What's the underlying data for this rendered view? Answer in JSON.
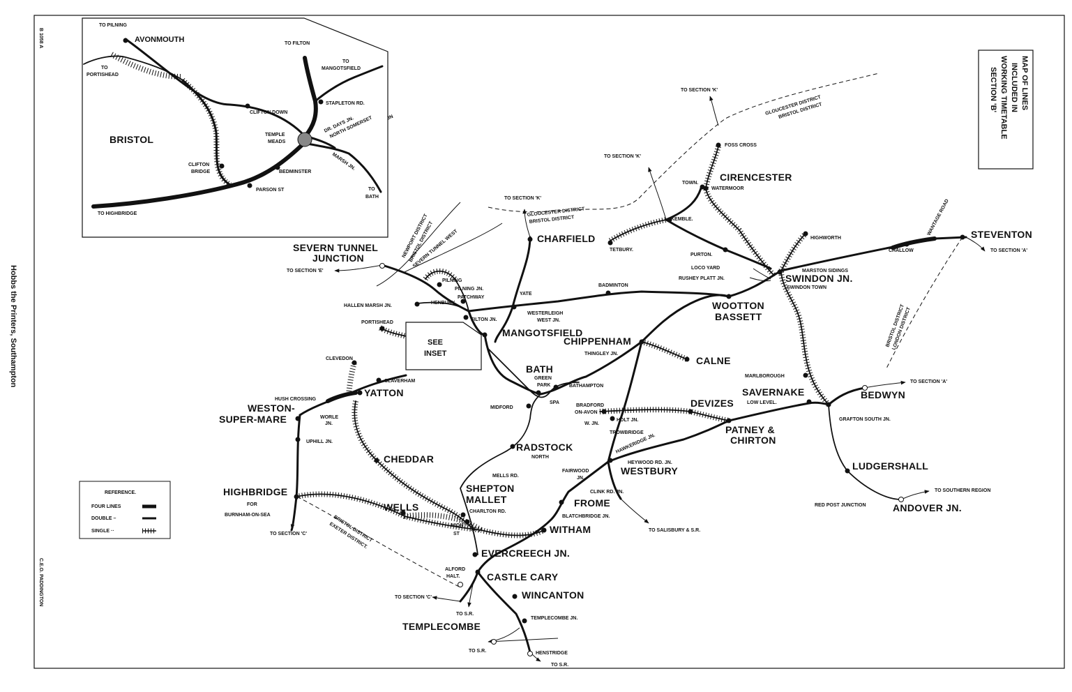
{
  "map": {
    "title_lines": [
      "MAP OF LINES",
      "INCLUDED IN",
      "WORKING TIMETABLE",
      "SECTION 'B'"
    ],
    "printer": "Hobbs the Printers, Southampton",
    "engineer": "C.E.O. PADDINGTON",
    "ref_code": "B 1058 A",
    "see_inset": [
      "SEE",
      "INSET"
    ],
    "reference": {
      "heading": "REFERENCE.",
      "four": "FOUR LINES",
      "double": "DOUBLE –",
      "single": "SINGLE ··"
    }
  },
  "inset": {
    "title": "BRISTOL",
    "labels": {
      "to_pilning": "TO PILNING",
      "avonmouth": "AVONMOUTH",
      "to_portishead": [
        "TO",
        "PORTISHEAD"
      ],
      "to_filton": "TO FILTON",
      "to_mangotsfield": [
        "TO",
        "MANGOTSFIELD"
      ],
      "clifton_down": "CLIFTON DOWN",
      "stapleton_rd": "STAPLETON RD.",
      "dr_days_jn": "DR. DAYS JN.",
      "north_somerset_jn": [
        "NORTH SOMERSET",
        "JN"
      ],
      "temple_meads": [
        "TEMPLE",
        "MEADS"
      ],
      "marsh_jn": "MARSH JN.",
      "clifton_bridge": [
        "CLIFTON",
        "BRIDGE"
      ],
      "bedminster": "BEDMINSTER",
      "parson_st": "PARSON ST",
      "to_bath": [
        "TO",
        "BATH"
      ],
      "to_highbridge": "TO HIGHBRIDGE"
    }
  },
  "places": {
    "severn_tunnel_junction": [
      "SEVERN TUNNEL",
      "JUNCTION"
    ],
    "to_section_e": "TO SECTION 'E'",
    "newport_bristol": [
      "NEWPORT DISTRICT",
      "BRISTOL DISTRICT"
    ],
    "severn_tunnel_west": "SEVERN TUNNEL WEST",
    "pilning": "PILNING",
    "pilning_jn": "PILNING JN.",
    "patchway": "PATCHWAY",
    "hallen_marsh_jn": "HALLEN MARSH JN.",
    "henbury": "HENBURY",
    "filton_jn": "FILTON JN.",
    "portishead": "PORTISHEAD",
    "clevedon": "CLEVEDON",
    "claverham": "CLAVERHAM",
    "hush_crossing": "HUSH CROSSING",
    "yatton": "YATTON",
    "weston": [
      "WESTON-",
      "SUPER-MARE"
    ],
    "worle_jn": [
      "WORLE",
      "JN."
    ],
    "uphill_jn": "UPHILL JN.",
    "cheddar": "CHEDDAR",
    "highbridge": [
      "HIGHBRIDGE",
      "FOR",
      "BURNHAM-ON-SEA"
    ],
    "to_section_c": "TO SECTION 'C'",
    "bristol_exeter": [
      "BRISTOL DISTRICT",
      "EXETER DISTRICT."
    ],
    "wells": "WELLS",
    "shepton_mallet": [
      "SHEPTON",
      "MALLET"
    ],
    "charlton_rd": "CHARLTON RD.",
    "high_st": [
      "HIGH",
      "ST"
    ],
    "mells_rd": "MELLS RD.",
    "radstock": "RADSTOCK",
    "radstock_north": "NORTH",
    "evercreech_jn": "EVERCREECH JN.",
    "alford_halt": [
      "ALFORD",
      "HALT."
    ],
    "castle_cary": "CASTLE CARY",
    "to_section_c2": "TO SECTION 'C'",
    "to_sr_1": "TO S.R.",
    "wincanton": "WINCANTON",
    "templecombe_jn": "TEMPLECOMBE JN.",
    "templecombe": "TEMPLECOMBE",
    "to_sr_2": "TO S.R.",
    "henstridge": "HENSTRIDGE",
    "to_sr_3": "TO S.R.",
    "witham": "WITHAM",
    "blatchbridge_jn": "BLATCHBRIDGE JN.",
    "frome": "FROME",
    "clink_rd_jn": "CLINK RD. JN.",
    "to_salisbury": "TO SALISBURY & S.R.",
    "fairwood_jn": [
      "FAIRWOOD",
      "JN."
    ],
    "westbury": "WESTBURY",
    "heywood_rd_jn": "HEYWOOD RD. JN.",
    "hawkeridge_jn": "HAWKERIDGE JN.",
    "trowbridge": "TROWBRIDGE",
    "holt_jn": "HOLT JN.",
    "bradford": [
      "BRADFORD",
      "ON-AVON"
    ],
    "w_jn": "W. JN.",
    "devizes": "DEVIZES",
    "patney": [
      "PATNEY &",
      "CHIRTON"
    ],
    "midford": "MIDFORD",
    "bath": "BATH",
    "green_park": [
      "GREEN",
      "PARK"
    ],
    "spa": "SPA",
    "bathampton": "BATHAMPTON",
    "mangotsfield": "MANGOTSFIELD",
    "westerleigh": [
      "WESTERLEIGH",
      "WEST JN."
    ],
    "yate": "YATE",
    "charfield": "CHARFIELD",
    "to_section_k1": "TO SECTION 'K'",
    "glos_bristol_1": [
      "GLOUCESTER DISTRICT",
      "BRISTOL DISTRICT"
    ],
    "badminton": "BADMINTON",
    "chippenham": "CHIPPENHAM",
    "thingley_jn": "THINGLEY JN.",
    "calne": "CALNE",
    "wootton_bassett": [
      "WOOTTON",
      "BASSETT"
    ],
    "rushey_platt": "RUSHEY PLATT JN.",
    "loco_yard": "LOCO YARD",
    "purton": "PURTON.",
    "swindon_jn": "SWINDON JN.",
    "swindon_town": "SWINDON TOWN",
    "marston_sidings": "MARSTON SIDINGS",
    "highworth": "HIGHWORTH",
    "challow": "CHALLOW",
    "wantage_road": "WANTAGE ROAD",
    "steventon": "STEVENTON",
    "to_section_a1": "TO SECTION 'A'",
    "bristol_london": [
      "BRISTOL DISTRICT",
      "LONDON DISTRICT"
    ],
    "tetbury": "TETBURY.",
    "kemble": "KEMBLE.",
    "town": "TOWN.",
    "cirencester": "CIRENCESTER",
    "watermoor": "WATERMOOR",
    "to_section_k2": "TO SECTION 'K'",
    "to_section_k3": "TO SECTION 'K'",
    "foss_cross": "FOSS CROSS",
    "glos_bristol_2": [
      "GLOUCESTER DISTRICT",
      "BRISTOL DISTRICT"
    ],
    "marlborough": "MARLBOROUGH",
    "savernake": "SAVERNAKE",
    "savernake_ll": "LOW LEVEL.",
    "grafton_south": "GRAFTON SOUTH JN.",
    "bedwyn": "BEDWYN",
    "to_section_a2": "TO SECTION 'A'",
    "ludgershall": "LUDGERSHALL",
    "red_post": "RED POST JUNCTION",
    "andover": "ANDOVER JN.",
    "to_southern": "TO SOUTHERN REGION"
  }
}
